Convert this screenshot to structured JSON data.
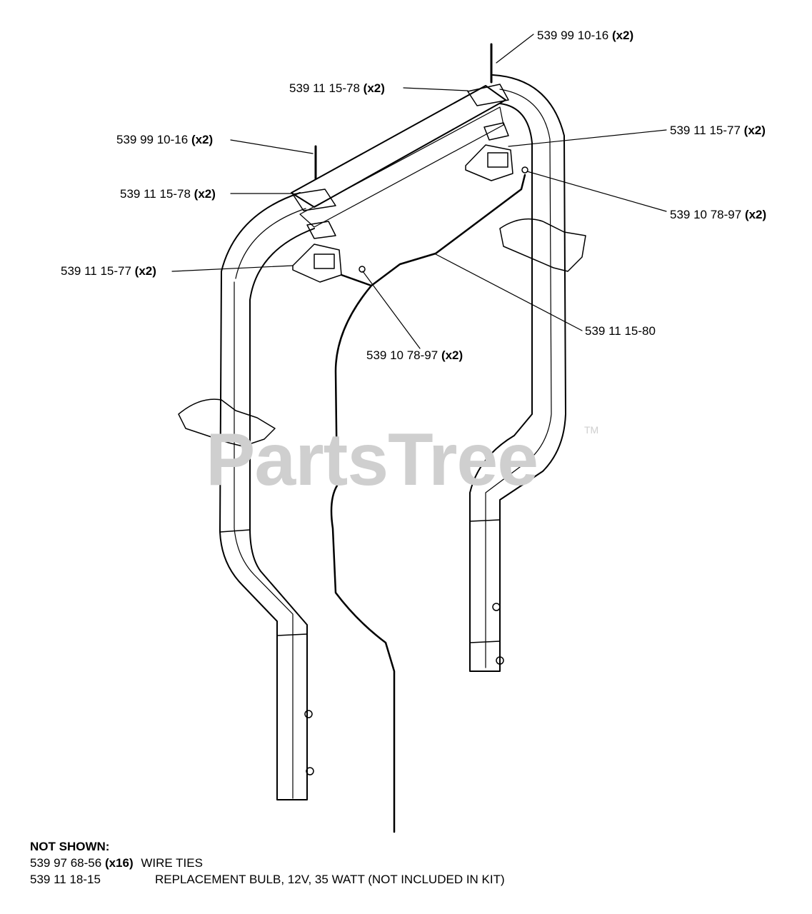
{
  "callouts": [
    {
      "part": "539 99 10-16",
      "qty": "(x2)"
    },
    {
      "part": "539 11 15-78",
      "qty": "(x2)"
    },
    {
      "part": "539 11 15-77",
      "qty": "(x2)"
    },
    {
      "part": "539 99 10-16",
      "qty": "(x2)"
    },
    {
      "part": "539 11 15-78",
      "qty": "(x2)"
    },
    {
      "part": "539 10 78-97",
      "qty": "(x2)"
    },
    {
      "part": "539 11 15-77",
      "qty": "(x2)"
    },
    {
      "part": "539 11 15-80",
      "qty": ""
    },
    {
      "part": "539 10 78-97",
      "qty": "(x2)"
    }
  ],
  "watermark": {
    "text": "PartsTree",
    "tm": "TM"
  },
  "not_shown": {
    "title": "NOT SHOWN:",
    "items": [
      {
        "part": "539 97 68-56",
        "qty": "(x16)",
        "description": "WIRE TIES"
      },
      {
        "part": "539 11 18-15",
        "qty": "",
        "description": "REPLACEMENT BULB, 12V, 35 WATT (NOT INCLUDED IN  KIT)"
      }
    ]
  }
}
